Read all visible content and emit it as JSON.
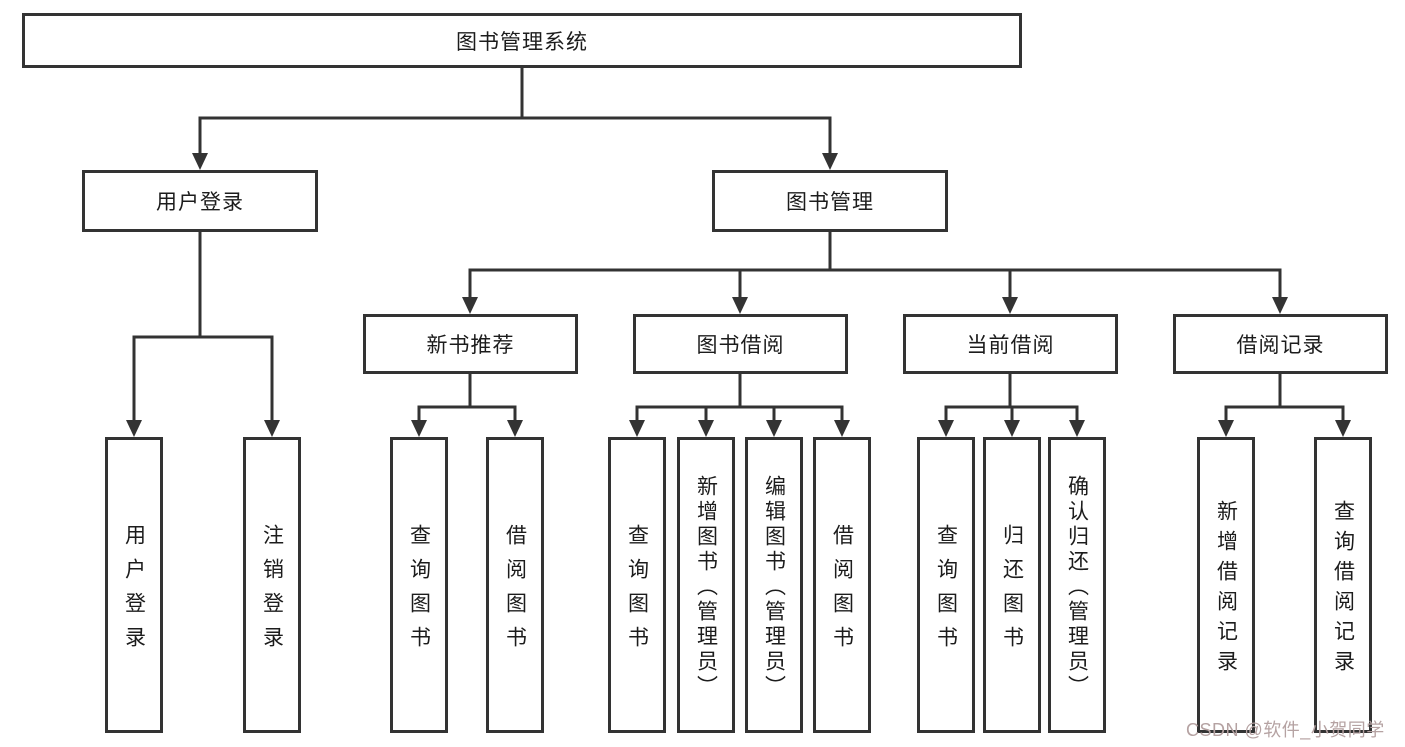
{
  "diagram": {
    "title": "图书管理系统",
    "tree": {
      "label": "图书管理系统",
      "children": [
        {
          "label": "用户登录",
          "children": [
            {
              "label": "用户登录"
            },
            {
              "label": "注销登录"
            }
          ]
        },
        {
          "label": "图书管理",
          "children": [
            {
              "label": "新书推荐",
              "children": [
                {
                  "label": "查询图书"
                },
                {
                  "label": "借阅图书"
                }
              ]
            },
            {
              "label": "图书借阅",
              "children": [
                {
                  "label": "查询图书"
                },
                {
                  "label": "新增图书（管理员）"
                },
                {
                  "label": "编辑图书（管理员）"
                },
                {
                  "label": "借阅图书"
                }
              ]
            },
            {
              "label": "当前借阅",
              "children": [
                {
                  "label": "查询图书"
                },
                {
                  "label": "归还图书"
                },
                {
                  "label": "确认归还（管理员）"
                }
              ]
            },
            {
              "label": "借阅记录",
              "children": [
                {
                  "label": "新增借阅记录"
                },
                {
                  "label": "查询借阅记录"
                }
              ]
            }
          ]
        }
      ]
    },
    "colors": {
      "line": "#333333",
      "box_border": "#333333",
      "box_fill": "#ffffff",
      "text": "#1c1c1c",
      "background": "#ffffff",
      "watermark": "#b5a2a2"
    }
  },
  "watermark": {
    "text": "CSDN @软件_小贺同学"
  }
}
